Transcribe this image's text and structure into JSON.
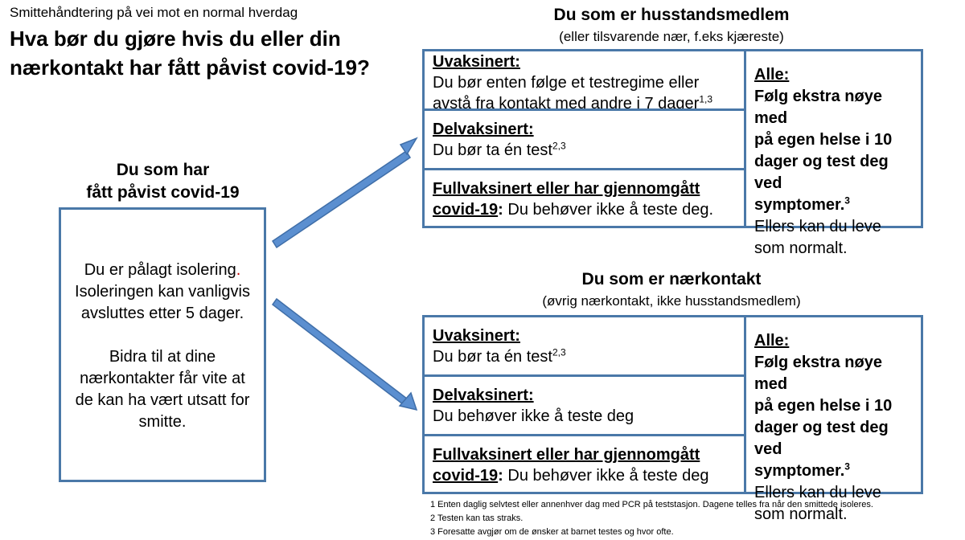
{
  "header": {
    "subtitle": "Smittehåndtering på vei mot en normal hverdag",
    "title_line1": "Hva bør du gjøre hvis du eller din",
    "title_line2": "nærkontakt har fått påvist covid-19?"
  },
  "infected": {
    "heading_line1": "Du som har",
    "heading_line2": "fått påvist covid-19",
    "text1": "Du er pålagt isolering",
    "text1_dot": ".",
    "text2": "Isoleringen kan vanligvis",
    "text3": "avsluttes etter 5 dager.",
    "text4": "Bidra til at dine",
    "text5": "nærkontakter får vite at",
    "text6": "de kan ha vært utsatt for",
    "text7": "smitte."
  },
  "household": {
    "heading": "Du som er husstandsmedlem",
    "subheading": "(eller tilsvarende nær, f.eks kjæreste)",
    "unvaccinated_label": "Uvaksinert:",
    "unvaccinated_line1": "Du bør enten følge et testregime eller",
    "unvaccinated_line2": "avstå fra kontakt med andre i 7 dager",
    "unvaccinated_sup": "1,3",
    "partial_label": "Delvaksinert:",
    "partial_text": "Du bør ta én test",
    "partial_sup": "2,3",
    "full_label_line1": "Fullvaksinert eller har gjennomgått",
    "full_label_line2": "covid-19",
    "full_colon": ":",
    "full_text": " Du behøver ikke å teste deg.",
    "all_label": "Alle:",
    "all_bold1": "Følg ekstra nøye med",
    "all_bold2": "på egen helse i 10",
    "all_bold3": "dager og test deg ved",
    "all_bold4": "symptomer.",
    "all_sup": "3",
    "all_text1": "Ellers kan du leve",
    "all_text2": "som normalt."
  },
  "contact": {
    "heading": "Du som er nærkontakt",
    "subheading": "(øvrig nærkontakt, ikke husstandsmedlem)",
    "unvaccinated_label": "Uvaksinert:",
    "unvaccinated_text": "Du bør ta én test",
    "unvaccinated_sup": "2,3",
    "partial_label": "Delvaksinert:",
    "partial_text": "Du behøver ikke å teste deg",
    "full_label_line1": "Fullvaksinert eller har gjennomgått",
    "full_label_line2": "covid-19",
    "full_colon": ":",
    "full_text": " Du behøver ikke å teste deg",
    "all_label": "Alle:",
    "all_bold1": "Følg ekstra nøye med",
    "all_bold2": "på egen helse i 10",
    "all_bold3": "dager og test deg ved",
    "all_bold4": "symptomer.",
    "all_sup": "3",
    "all_text1": "Ellers kan du leve",
    "all_text2": "som normalt."
  },
  "footnotes": [
    "1 Enten daglig selvtest eller annenhver dag med PCR på teststasjon. Dagene telles fra når  den smittede isoleres.",
    "2 Testen kan tas straks.",
    "3 Foresatte avgjør om de ønsker at barnet testes og hvor ofte."
  ],
  "colors": {
    "border": "#4a78a8",
    "arrow": "#5b8fd0",
    "accent_dot": "#c00000"
  }
}
